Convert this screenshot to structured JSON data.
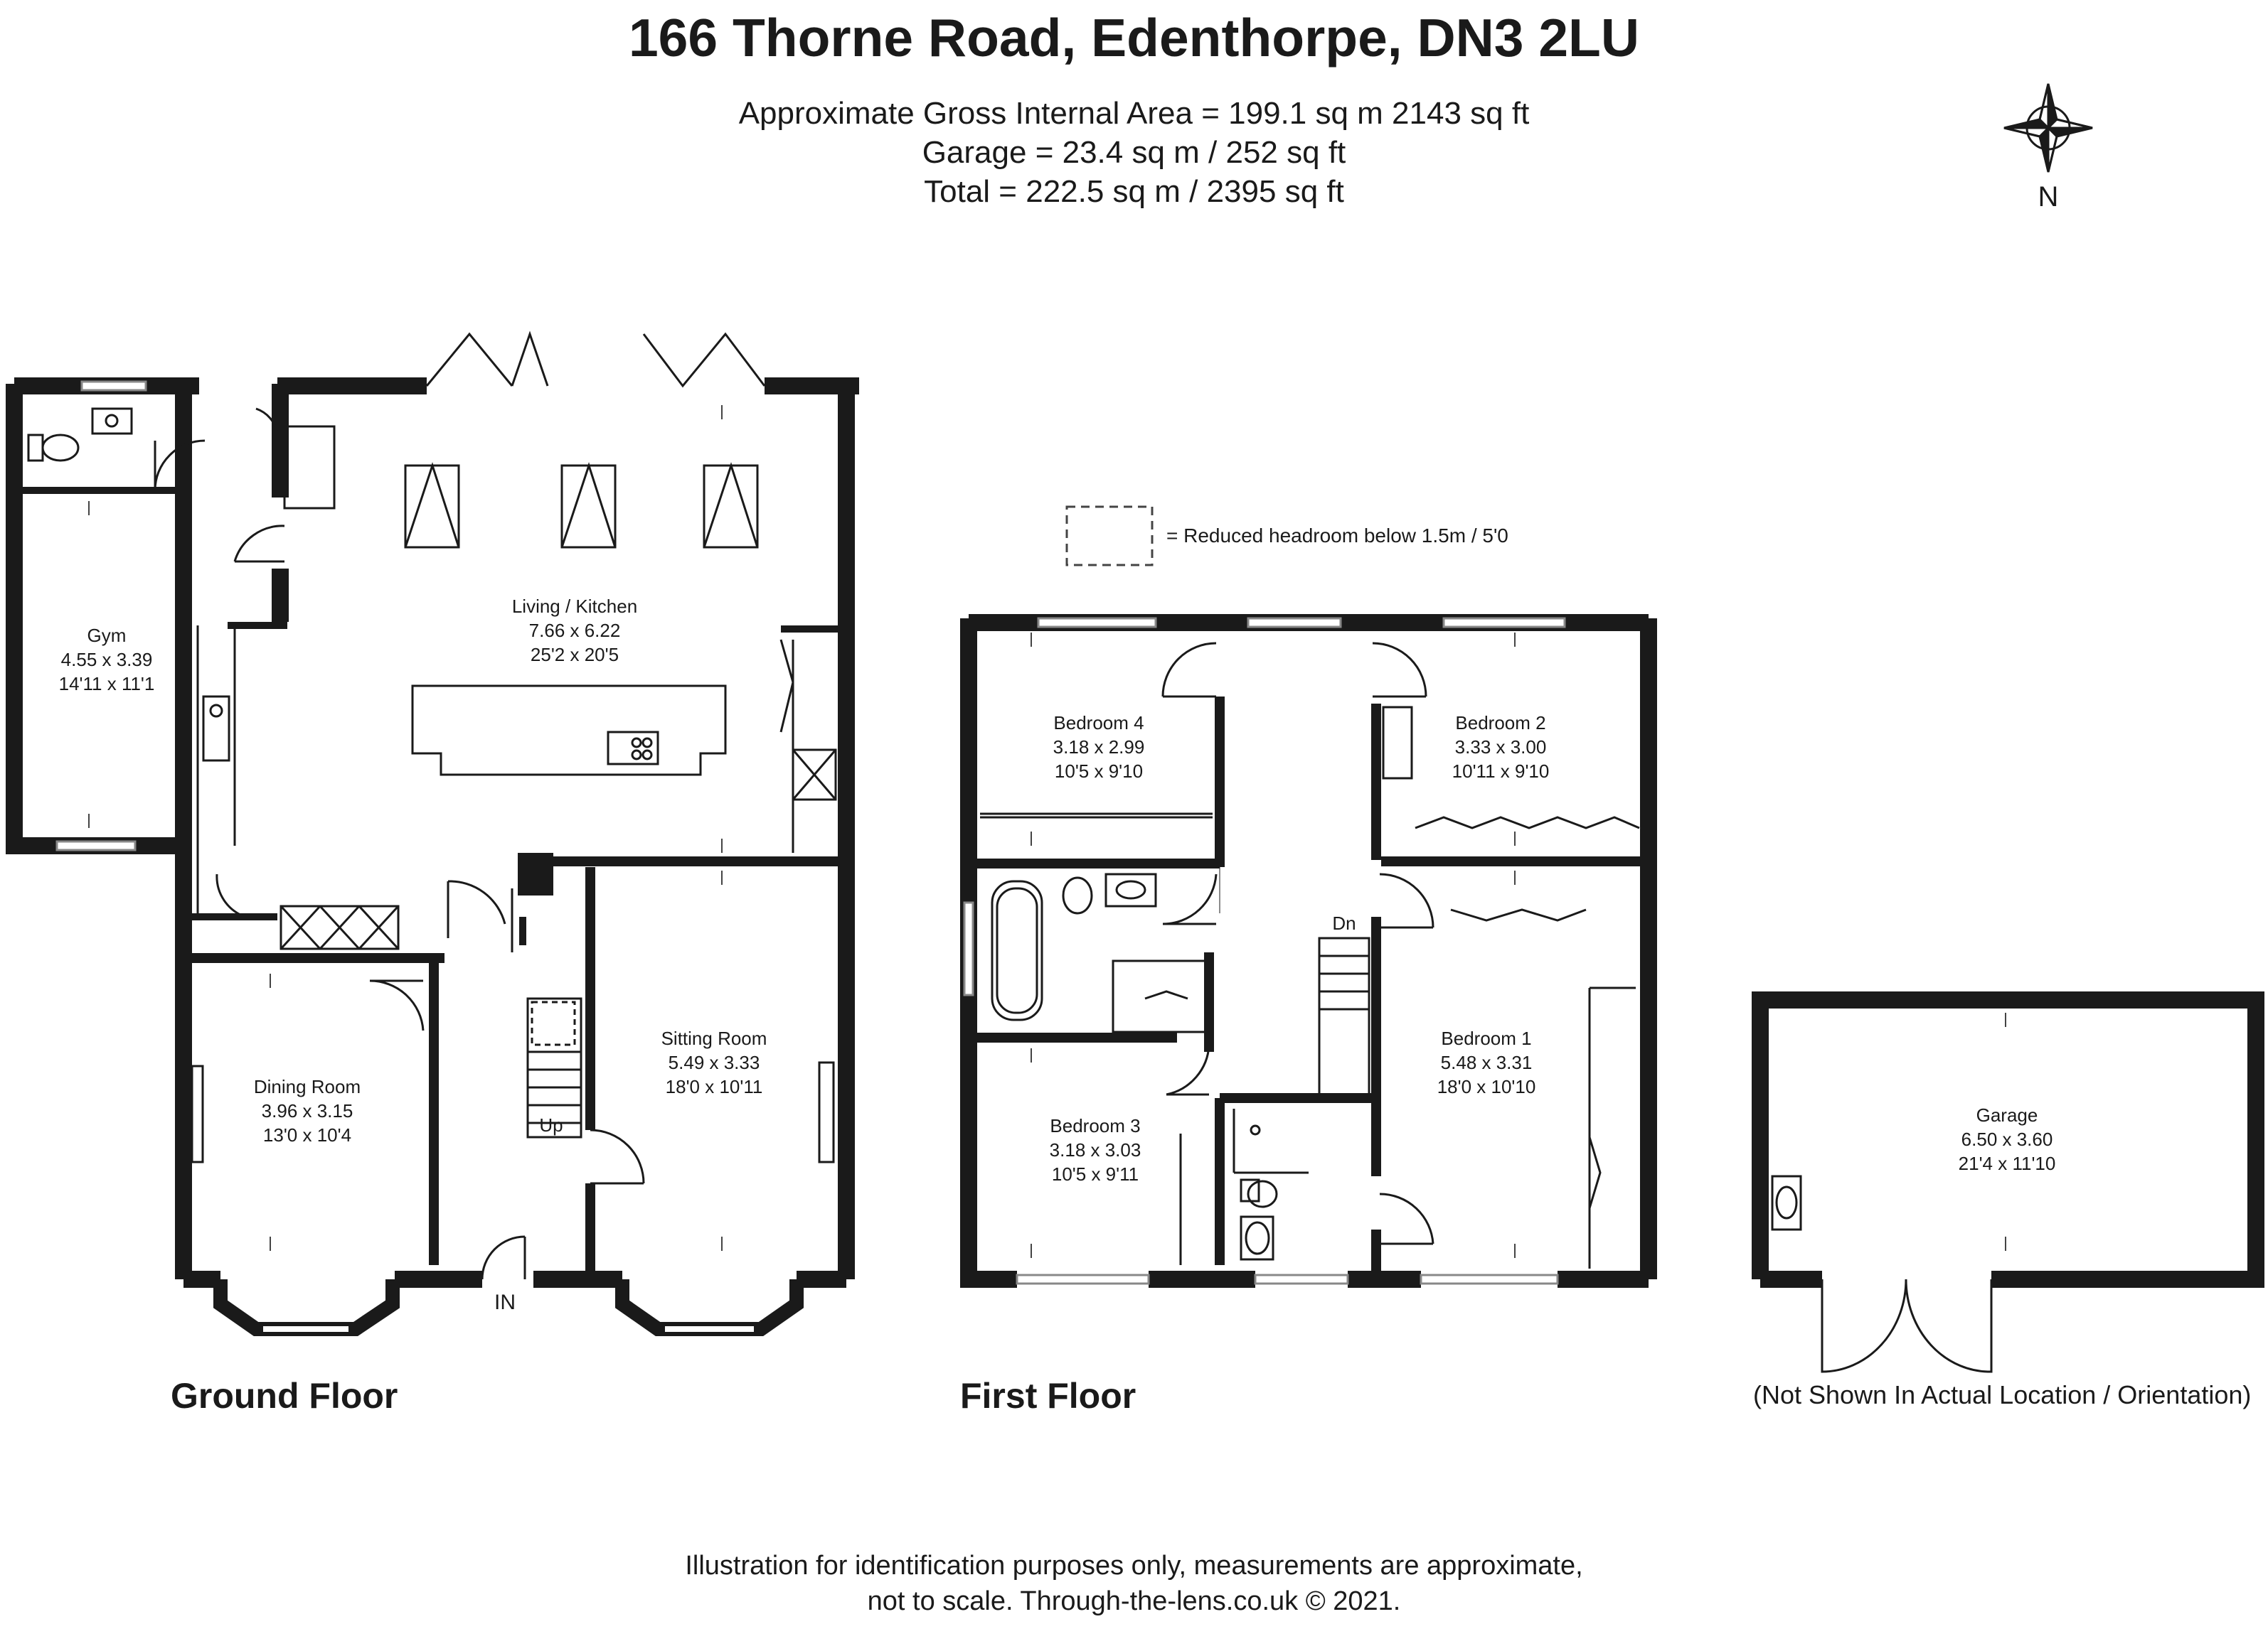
{
  "title": "166 Thorne Road, Edenthorpe, DN3 2LU",
  "areas": {
    "gross_internal": "Approximate Gross Internal Area = 199.1 sq m 2143 sq ft",
    "garage": "Garage = 23.4 sq m / 252 sq ft",
    "total": "Total = 222.5 sq m / 2395 sq ft"
  },
  "compass": {
    "label": "N"
  },
  "legend": {
    "text": "= Reduced headroom below 1.5m / 5'0"
  },
  "floors": {
    "ground": {
      "label": "Ground Floor",
      "entrance": "IN",
      "stairs": "Up",
      "rooms": {
        "gym": {
          "name": "Gym",
          "metric": "4.55 x 3.39",
          "imperial": "14'11 x 11'1"
        },
        "living_kitchen": {
          "name": "Living / Kitchen",
          "metric": "7.66 x 6.22",
          "imperial": "25'2 x 20'5"
        },
        "dining": {
          "name": "Dining Room",
          "metric": "3.96 x 3.15",
          "imperial": "13'0 x 10'4"
        },
        "sitting": {
          "name": "Sitting Room",
          "metric": "5.49 x 3.33",
          "imperial": "18'0 x 10'11"
        }
      }
    },
    "first": {
      "label": "First Floor",
      "stairs": "Dn",
      "rooms": {
        "bedroom4": {
          "name": "Bedroom 4",
          "metric": "3.18 x 2.99",
          "imperial": "10'5 x 9'10"
        },
        "bedroom2": {
          "name": "Bedroom 2",
          "metric": "3.33 x 3.00",
          "imperial": "10'11 x 9'10"
        },
        "bedroom1": {
          "name": "Bedroom 1",
          "metric": "5.48 x 3.31",
          "imperial": "18'0 x 10'10"
        },
        "bedroom3": {
          "name": "Bedroom 3",
          "metric": "3.18 x 3.03",
          "imperial": "10'5 x 9'11"
        }
      }
    },
    "garage": {
      "rooms": {
        "garage": {
          "name": "Garage",
          "metric": "6.50 x 3.60",
          "imperial": "21'4 x 11'10"
        }
      },
      "note": "(Not Shown In Actual Location / Orientation)"
    }
  },
  "disclaimer": {
    "line1": "Illustration for identification purposes only, measurements are approximate,",
    "line2": "not to scale. Through-the-lens.co.uk © 2021."
  }
}
